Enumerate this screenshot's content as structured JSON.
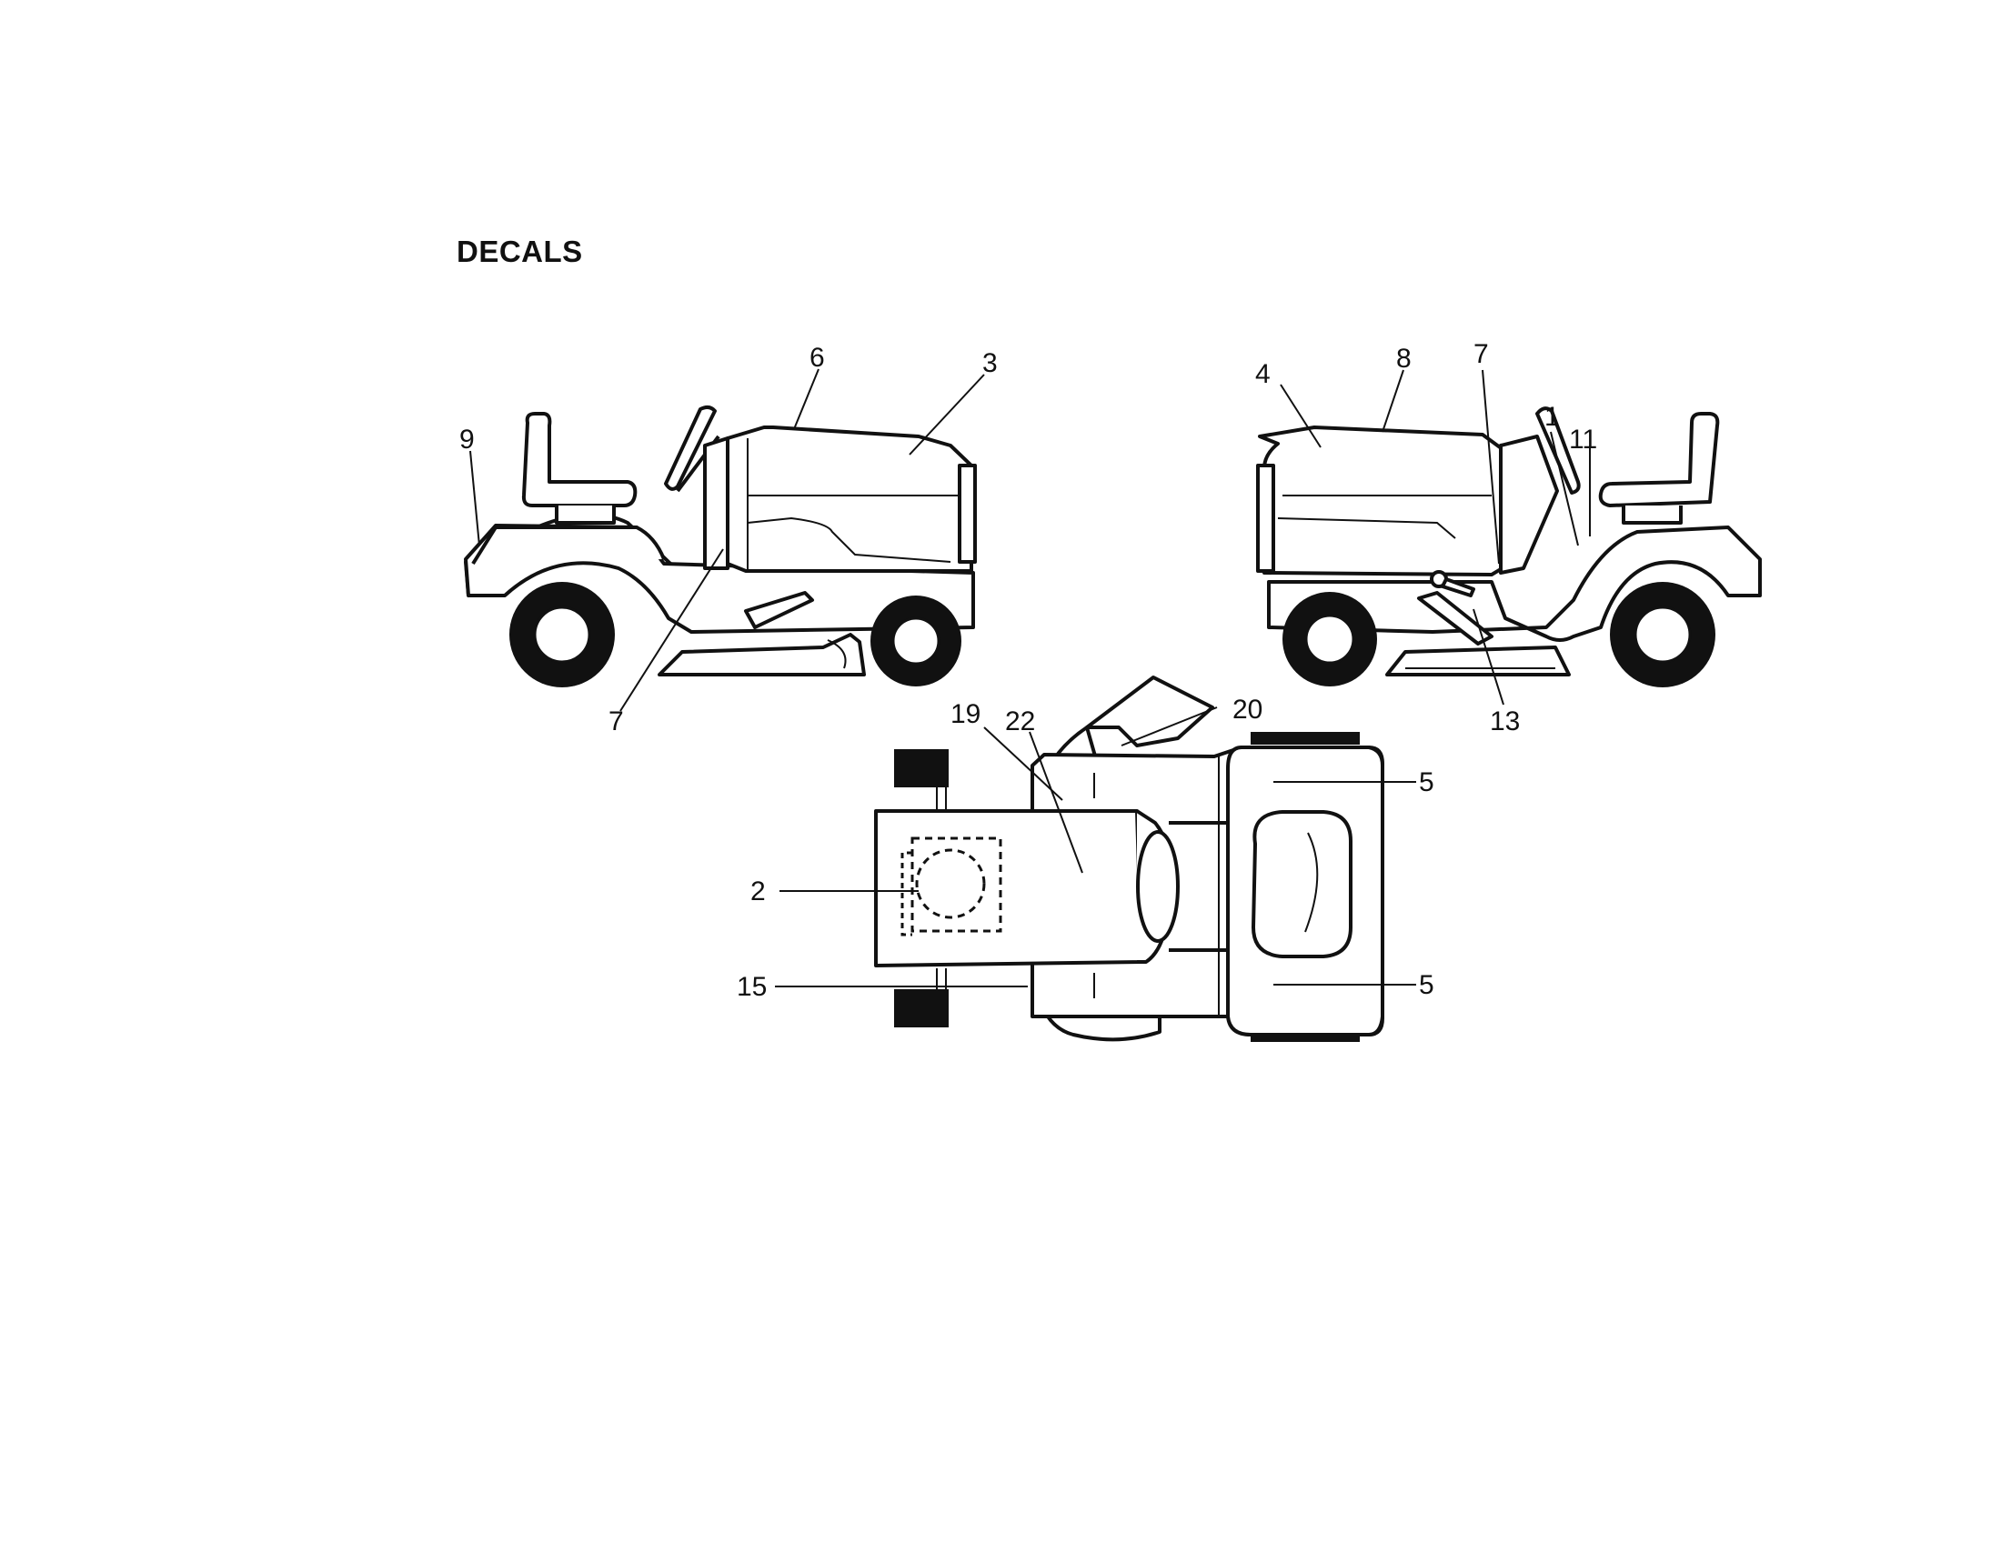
{
  "title": "DECALS",
  "callouts": {
    "left_view": [
      "9",
      "6",
      "3",
      "7"
    ],
    "right_view": [
      "4",
      "8",
      "7",
      "1",
      "11",
      "13"
    ],
    "top_view": [
      "19",
      "22",
      "20",
      "5",
      "5",
      "2",
      "15"
    ]
  }
}
